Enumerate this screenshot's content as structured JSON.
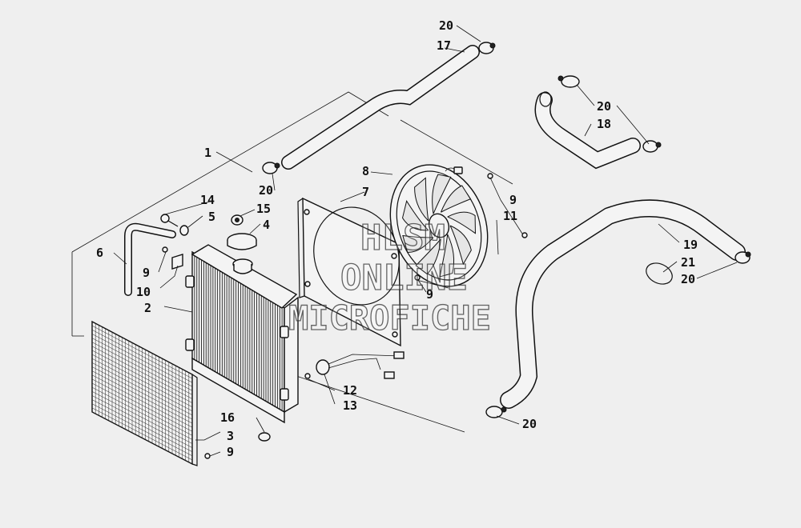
{
  "labels": {
    "l1": "1",
    "l2": "2",
    "l3": "3",
    "l4": "4",
    "l5": "5",
    "l6": "6",
    "l8": "8",
    "l7": "7",
    "l9a": "9",
    "l9b": "9",
    "l9c": "9",
    "l9d": "9",
    "l10": "10",
    "l11": "11",
    "l12": "12",
    "l13": "13",
    "l14": "14",
    "l15": "15",
    "l16": "16",
    "l17": "17",
    "l18": "18",
    "l19": "19",
    "l20a": "20",
    "l20b": "20",
    "l20c": "20",
    "l20d": "20",
    "l20e": "20",
    "l21": "21"
  },
  "watermark": {
    "line1": "HLSM",
    "line2": "ONLINE",
    "line3": "MICROFICHE"
  }
}
